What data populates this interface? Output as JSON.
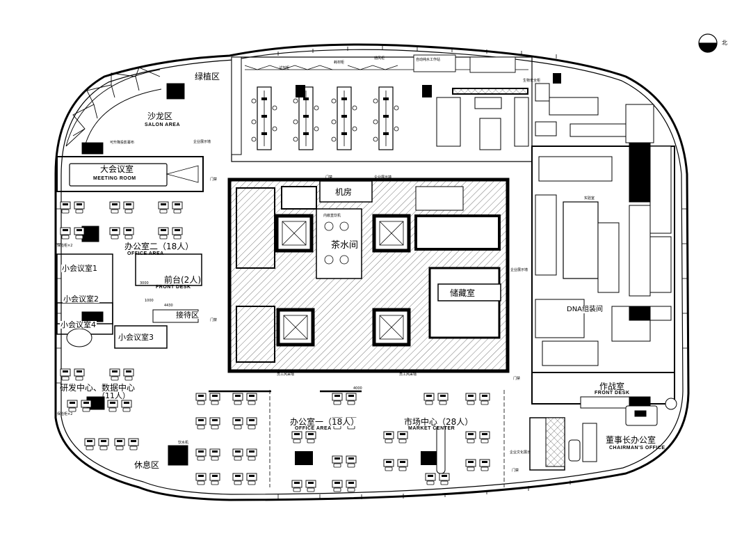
{
  "compass": {
    "north_label": "北"
  },
  "zones": {
    "green_area": "绿植区",
    "salon_zh": "沙龙区",
    "salon_en": "SALON AREA",
    "projector_screen": "可升降投影幕布",
    "meeting_room_zh": "大会议室",
    "meeting_room_en": "MEETING ROOM",
    "office2_zh": "办公室二（18人）",
    "office2_en": "OFFICE AREA",
    "safe_box_1": "保险柜×2",
    "small_meeting_1": "小会议室1",
    "small_meeting_2": "小会议室2",
    "small_meeting_3": "小会议室3",
    "small_meeting_4": "小会议室4",
    "front_desk_zh": "前台(2人)",
    "front_desk_en": "FRONT DESK",
    "reception": "接待区",
    "dim_4430": "4430",
    "dim_3000": "3000",
    "rd_center_line1": "研发中心、数据中心",
    "rd_center_line2": "（11人）",
    "safe_box_2": "保险柜×2",
    "water_dispenser": "饮水机",
    "rest_area": "休息区",
    "office1_zh": "办公室一（18人）",
    "office1_en": "OFFICE AREA",
    "market_zh": "市场中心（28人）",
    "market_en": "MARKET CENTER",
    "war_room_zh": "作战室",
    "war_room_en": "FRONT DESK",
    "chairman_zh": "董事长办公室",
    "chairman_en": "CHAIRMAN'S OFFICE",
    "machine_room": "机房",
    "tea_room": "茶水间",
    "storage": "储藏室",
    "dna_lab": "DNA组装间",
    "lab_label": "实验室",
    "auto_pure_water": "自动纯水工作站",
    "consumables": "耗材柜",
    "reagent_cabinet": "试剂柜",
    "ventilation": "通风柜",
    "biosafety_cabinet": "生物安全柜",
    "display_wall_1": "企业展示墙",
    "display_wall_2": "企业展示墙",
    "display_wall_3": "企业展示墙",
    "culture_display": "企业文化展示",
    "door_1": "门禁",
    "door_2": "门禁",
    "door_3": "门禁",
    "door_4": "门禁",
    "door_5": "门禁",
    "staff_passage_1": "员工风采墙",
    "staff_passage_2": "员工风采墙",
    "drink_machine": "内嵌直饮机",
    "dim_1000": "1000",
    "dim_4000": "4000"
  }
}
